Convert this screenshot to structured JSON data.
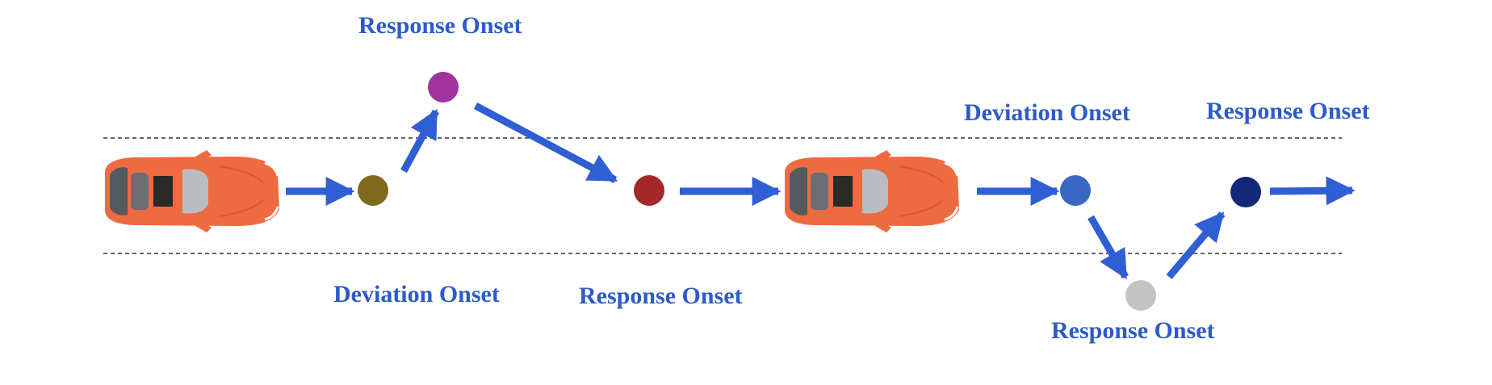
{
  "labels": {
    "response_onset_top_left": "Response Onset",
    "deviation_onset_bottom_left": "Deviation Onset",
    "response_onset_bottom_mid": "Response Onset",
    "deviation_onset_top_right": "Deviation Onset",
    "response_onset_top_right": "Response Onset",
    "response_onset_bottom_right": "Response Onset"
  },
  "colors": {
    "label": "#2d5bc8",
    "arrow": "#2f5fd3",
    "lane_line": "#333333",
    "car_body": "#ee6a40",
    "car_window": "#b9bcc0",
    "car_dark": "#555a5e",
    "car_roof": "#2a2a2a",
    "point_deviation_left": "#7f6a1c",
    "point_response_top": "#a0339e",
    "point_response_mid": "#a3282a",
    "point_deviation_right": "#3a67c0",
    "point_response_right": "#13287a",
    "point_response_bottom": "#c3c3c3"
  }
}
